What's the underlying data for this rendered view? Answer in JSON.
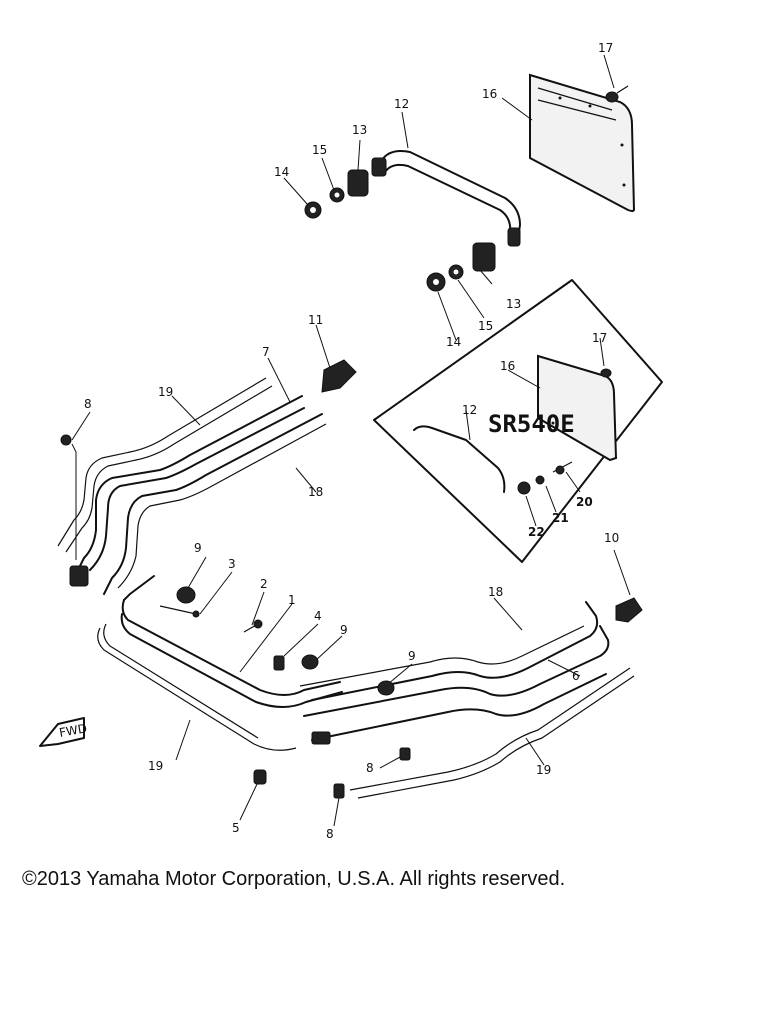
{
  "callouts": [
    {
      "id": "c17a",
      "text": "17"
    },
    {
      "id": "c16a",
      "text": "16"
    },
    {
      "id": "c12a",
      "text": "12"
    },
    {
      "id": "c13a",
      "text": "13"
    },
    {
      "id": "c15a",
      "text": "15"
    },
    {
      "id": "c14a",
      "text": "14"
    },
    {
      "id": "c13b",
      "text": "13"
    },
    {
      "id": "c15b",
      "text": "15"
    },
    {
      "id": "c14b",
      "text": "14"
    },
    {
      "id": "c11",
      "text": "11"
    },
    {
      "id": "c7",
      "text": "7"
    },
    {
      "id": "c19a",
      "text": "19"
    },
    {
      "id": "c8a",
      "text": "8"
    },
    {
      "id": "c18a",
      "text": "18"
    },
    {
      "id": "c9a",
      "text": "9"
    },
    {
      "id": "c3",
      "text": "3"
    },
    {
      "id": "c2",
      "text": "2"
    },
    {
      "id": "c1",
      "text": "1"
    },
    {
      "id": "c4",
      "text": "4"
    },
    {
      "id": "c9b",
      "text": "9"
    },
    {
      "id": "c18b",
      "text": "18"
    },
    {
      "id": "c10",
      "text": "10"
    },
    {
      "id": "c9c",
      "text": "9"
    },
    {
      "id": "c6",
      "text": "6"
    },
    {
      "id": "c19b",
      "text": "19"
    },
    {
      "id": "c8b",
      "text": "8"
    },
    {
      "id": "c19c",
      "text": "19"
    },
    {
      "id": "c5",
      "text": "5"
    },
    {
      "id": "c8c",
      "text": "8"
    },
    {
      "id": "i17",
      "text": "17"
    },
    {
      "id": "i16",
      "text": "16"
    },
    {
      "id": "i12",
      "text": "12"
    },
    {
      "id": "i20",
      "text": "20"
    },
    {
      "id": "i21",
      "text": "21"
    },
    {
      "id": "i22",
      "text": "22"
    }
  ],
  "inset": {
    "model": "SR540E"
  },
  "arrow_label": "FWD",
  "copyright": "©2013 Yamaha Motor Corporation, U.S.A. All rights reserved."
}
